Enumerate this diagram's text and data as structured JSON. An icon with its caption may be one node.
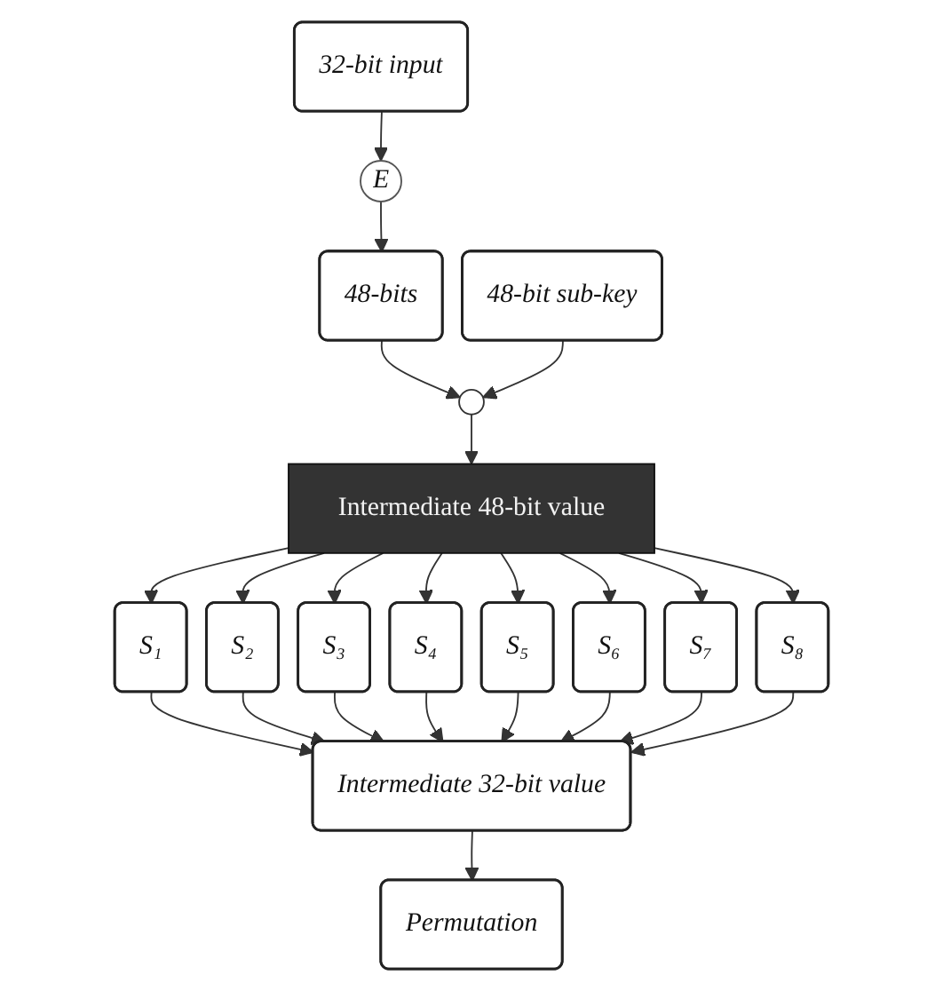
{
  "diagram": {
    "nodes": [
      {
        "text": [
          "32-bit input"
        ]
      },
      {
        "text": [
          "E"
        ]
      },
      {
        "text": [
          "48-bits"
        ]
      },
      {
        "text": [
          "48-bit sub-key"
        ]
      },
      {
        "text": [],
        "shape": "circle"
      },
      {
        "text": [
          "Intermediate 48-bit value"
        ]
      },
      {
        "text": [
          "S₁"
        ]
      },
      {
        "text": [
          "S₂"
        ]
      },
      {
        "text": [
          "S₃"
        ]
      },
      {
        "text": [
          "S₄"
        ]
      },
      {
        "text": [
          "S₅"
        ]
      },
      {
        "text": [
          "S₆"
        ]
      },
      {
        "text": [
          "S₇"
        ]
      },
      {
        "text": [
          "S₈"
        ]
      },
      {
        "text": [
          "Intermediate 32-bit value"
        ]
      },
      {
        "text": [
          "Permutation"
        ]
      }
    ],
    "edges": [
      {
        "from": 0,
        "to": 1,
        "arrow": "to"
      },
      {
        "from": 1,
        "to": 2,
        "arrow": "to"
      },
      {
        "from": 2,
        "to": 4,
        "arrow": "to"
      },
      {
        "from": 3,
        "to": 4,
        "arrow": "to"
      },
      {
        "from": 4,
        "to": 5,
        "arrow": "to"
      },
      {
        "from": 5,
        "to": 6,
        "arrow": "to"
      },
      {
        "from": 5,
        "to": 7,
        "arrow": "to"
      },
      {
        "from": 5,
        "to": 8,
        "arrow": "to"
      },
      {
        "from": 5,
        "to": 9,
        "arrow": "to"
      },
      {
        "from": 5,
        "to": 10,
        "arrow": "to"
      },
      {
        "from": 5,
        "to": 11,
        "arrow": "to"
      },
      {
        "from": 5,
        "to": 12,
        "arrow": "to"
      },
      {
        "from": 5,
        "to": 13,
        "arrow": "to"
      },
      {
        "from": 6,
        "to": 14,
        "arrow": "to"
      },
      {
        "from": 7,
        "to": 14,
        "arrow": "to"
      },
      {
        "from": 8,
        "to": 14,
        "arrow": "to"
      },
      {
        "from": 9,
        "to": 14,
        "arrow": "to"
      },
      {
        "from": 10,
        "to": 14,
        "arrow": "to"
      },
      {
        "from": 11,
        "to": 14,
        "arrow": "to"
      },
      {
        "from": 12,
        "to": 14,
        "arrow": "to"
      },
      {
        "from": 13,
        "to": 14,
        "arrow": "to"
      },
      {
        "from": 14,
        "to": 15,
        "arrow": "to"
      }
    ]
  }
}
